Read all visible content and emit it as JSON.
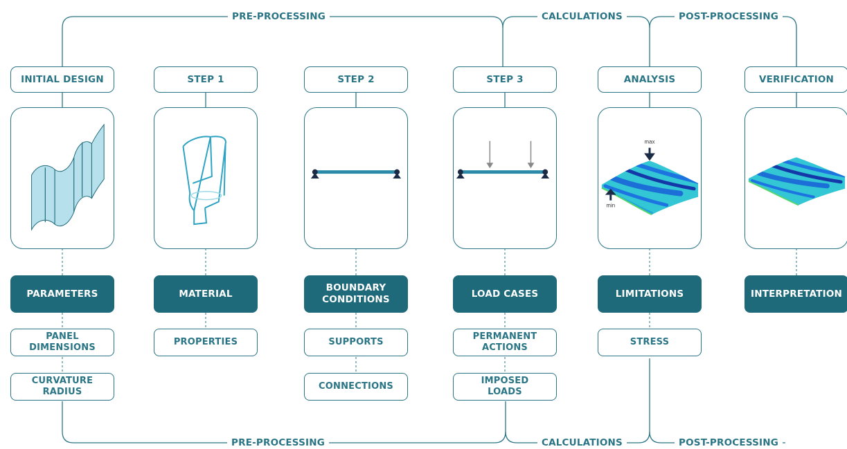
{
  "phases": {
    "top": {
      "pre": "PRE-PROCESSING",
      "calc": "CALCULATIONS",
      "post": "POST-PROCESSING"
    },
    "bottom": {
      "pre": "PRE-PROCESSING",
      "calc": "CALCULATIONS",
      "post": "POST-PROCESSING"
    }
  },
  "columns": [
    {
      "header": "INITIAL DESIGN",
      "category": "PARAMETERS",
      "subs": [
        "PANEL DIMENSIONS",
        "CURVATURE RADIUS"
      ]
    },
    {
      "header": "STEP 1",
      "category": "MATERIAL",
      "subs": [
        "PROPERTIES"
      ]
    },
    {
      "header": "STEP 2",
      "category": "BOUNDARY CONDITIONS",
      "subs": [
        "SUPPORTS",
        "CONNECTIONS"
      ]
    },
    {
      "header": "STEP 3",
      "category": "LOAD CASES",
      "subs": [
        "PERMANENT ACTIONS",
        "IMPOSED LOADS"
      ]
    },
    {
      "header": "ANALYSIS",
      "category": "LIMITATIONS",
      "subs": [
        "STRESS"
      ]
    },
    {
      "header": "VERIFICATION",
      "category": "INTERPRETATION",
      "subs": []
    }
  ],
  "annotations": {
    "max": "max",
    "min": "min"
  },
  "colors": {
    "primary": "#2a7585",
    "dark_box": "#1e6a7a",
    "beam": "#2a8aa8",
    "support": "#1b2b45",
    "surface": "#33c6d4"
  }
}
